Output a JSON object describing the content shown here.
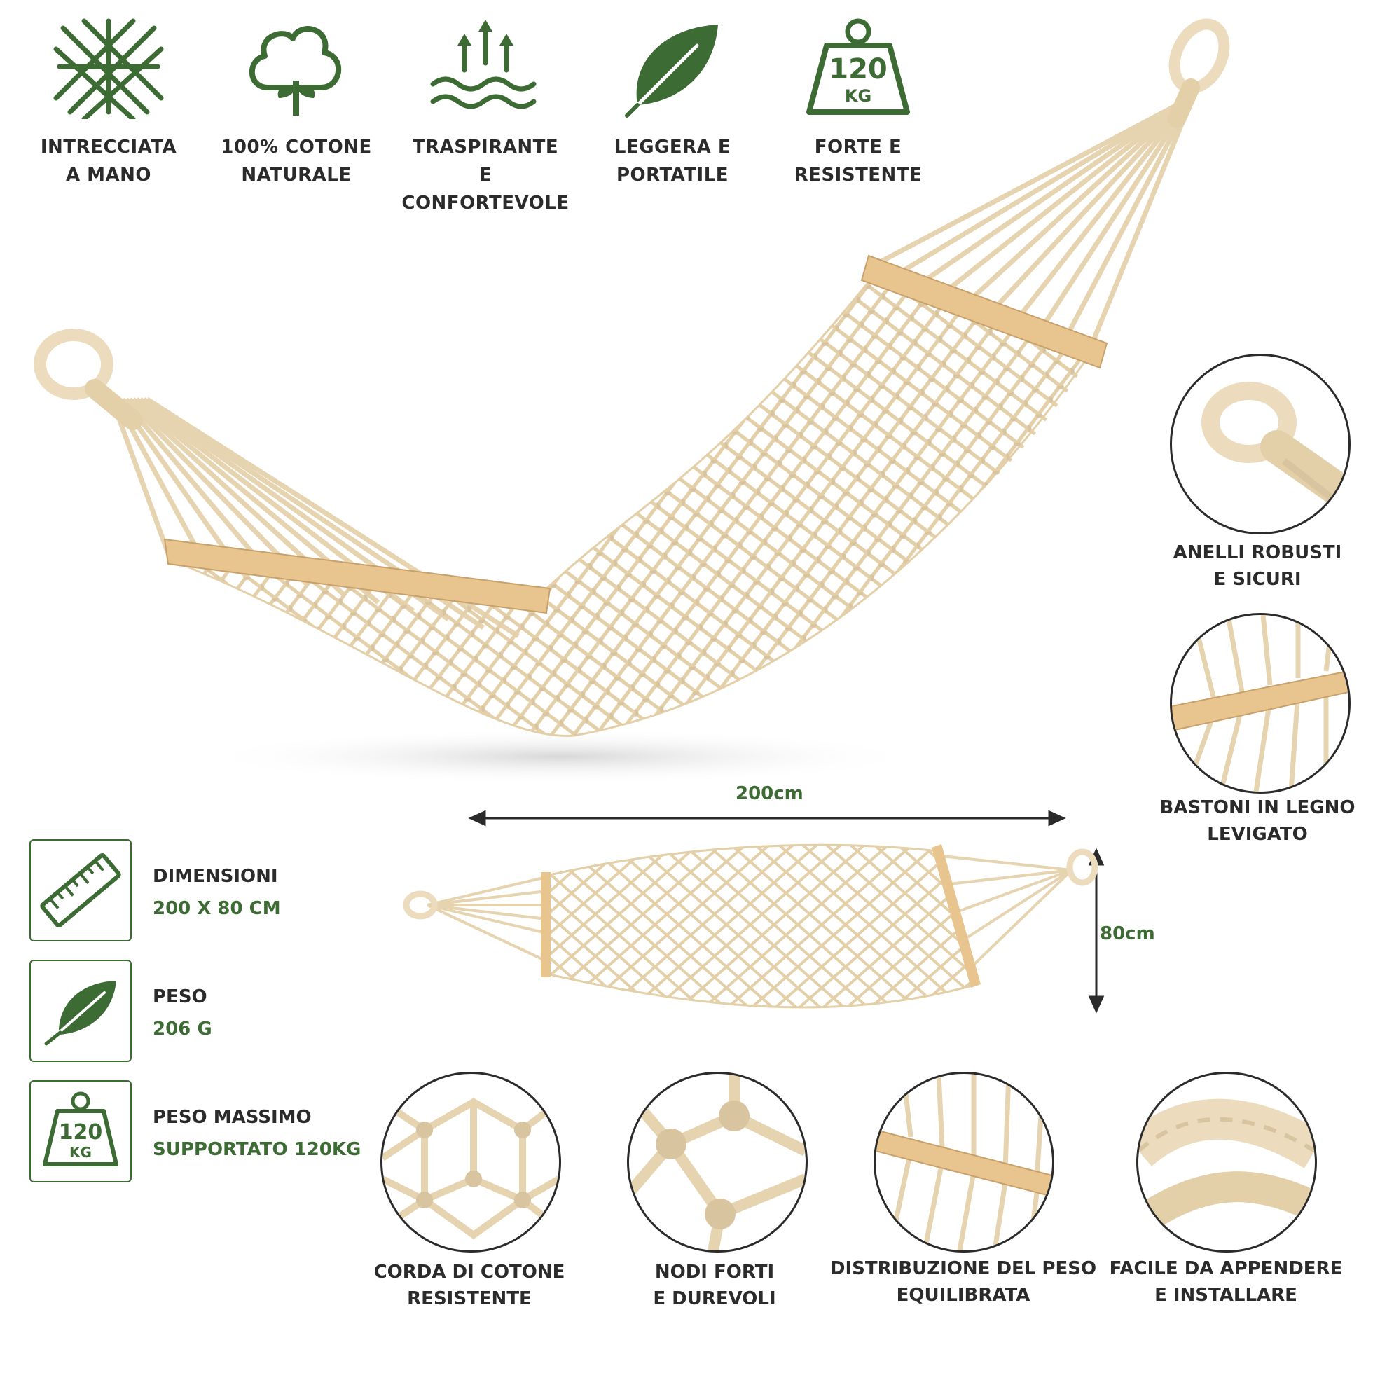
{
  "features": [
    {
      "icon": "woven-net-icon",
      "line1": "INTRECCIATA",
      "line2": "A MANO"
    },
    {
      "icon": "cotton-plant-icon",
      "line1": "100% COTONE",
      "line2": "NATURALE"
    },
    {
      "icon": "breathable-waves-icon",
      "line1": "TRASPIRANTE",
      "line2": "E CONFORTEVOLE"
    },
    {
      "icon": "leaf-icon",
      "line1": "LEGGERA E",
      "line2": "PORTATILE"
    },
    {
      "icon": "weight-icon",
      "line1": "FORTE E",
      "line2": "RESISTENTE",
      "weight_top": "120",
      "weight_bottom": "KG"
    }
  ],
  "specs": [
    {
      "icon": "ruler-icon",
      "title": "DIMENSIONI",
      "value": "200 X 80 CM"
    },
    {
      "icon": "feather-icon",
      "title": "PESO",
      "value": "206 G"
    },
    {
      "icon": "weight-icon",
      "title": "PESO MASSIMO",
      "value": "SUPPORTATO 120KG",
      "weight_top": "120",
      "weight_bottom": "KG"
    }
  ],
  "dimensions": {
    "length": "200cm",
    "width": "80cm"
  },
  "side_details": [
    {
      "line1": "ANELLI ROBUSTI",
      "line2": "E SICURI"
    },
    {
      "line1": "BASTONI IN LEGNO",
      "line2": "LEVIGATO"
    }
  ],
  "bottom_details": [
    {
      "line1": "CORDA DI COTONE",
      "line2": "RESISTENTE"
    },
    {
      "line1": "NODI FORTI",
      "line2": "E DUREVOLI"
    },
    {
      "line1": "DISTRIBUZIONE DEL PESO",
      "line2": "EQUILIBRATA"
    },
    {
      "line1": "FACILE DA APPENDERE",
      "line2": "E INSTALLARE"
    }
  ],
  "colors": {
    "accent": "#3d6b34",
    "rope": "#efe0c4",
    "rope_dark": "#d9c4a0",
    "wood": "#e8c48e",
    "text": "#2b2b2b"
  }
}
